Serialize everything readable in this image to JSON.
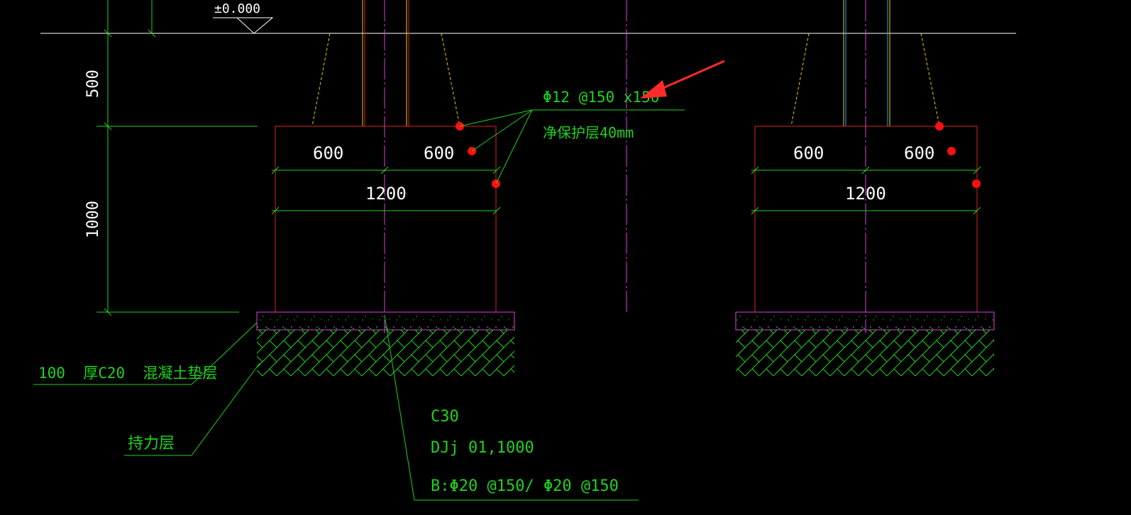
{
  "drawing": {
    "elevation_label": "±0.000",
    "dim_500": "500",
    "dim_1000": "1000",
    "footing_left": {
      "dim_a": "600",
      "dim_b": "600",
      "dim_total": "1200"
    },
    "footing_right": {
      "dim_a": "600",
      "dim_b": "600",
      "dim_total": "1200"
    },
    "rebar_note": "Φ12 @150 x150",
    "cover_note": "净保护层40mm",
    "cushion_note": "100  厚C20  混凝土垫层",
    "bearing_note": "持力层",
    "concrete_grade": "C30",
    "footing_code": "DJj 01,1000",
    "bottom_rebar": "B:Φ20 @150/ Φ20 @150"
  },
  "colors": {
    "background": "#000000",
    "dimension_green": "#1fd31f",
    "outline_red": "#e02020",
    "axis_magenta": "#e040e0",
    "dashed_yellow": "#e8d000",
    "marker_red": "#ff1010",
    "arrow_red": "#ff2a2a",
    "text_white": "#ffffff"
  }
}
